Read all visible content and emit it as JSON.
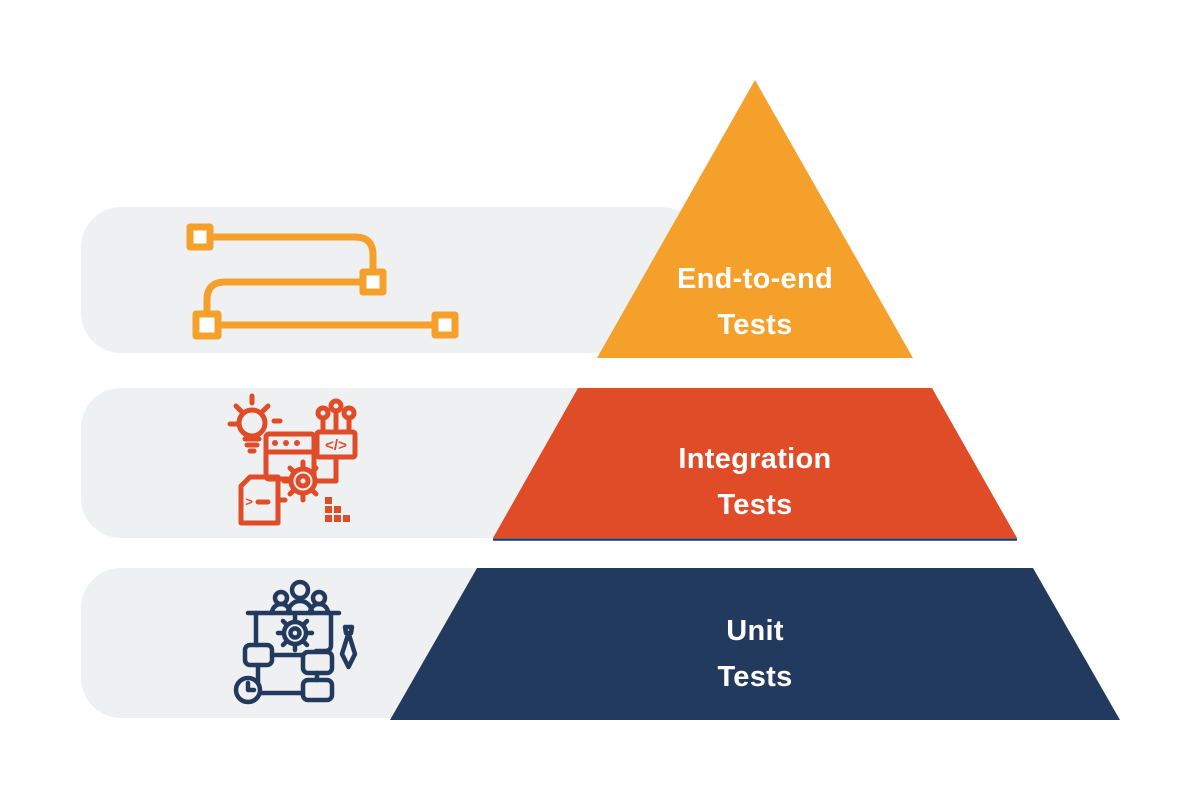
{
  "diagram": {
    "type": "testing-pyramid",
    "levels": [
      {
        "name": "end-to-end-tests",
        "line1": "End-to-end",
        "line2": "Tests",
        "color_key": "level1"
      },
      {
        "name": "integration-tests",
        "line1": "Integration",
        "line2": "Tests",
        "color_key": "level2"
      },
      {
        "name": "unit-tests",
        "line1": "Unit",
        "line2": "Tests",
        "color_key": "level3"
      }
    ],
    "icons": [
      {
        "name": "flow-connector-icon",
        "color_key": "level1"
      },
      {
        "name": "code-automation-icon",
        "color_key": "level2",
        "code_glyph": "</>",
        "terminal_glyph": ">"
      },
      {
        "name": "team-workflow-icon",
        "color_key": "level3"
      }
    ]
  },
  "colors": {
    "background": "#FFFFFF",
    "pill": "#EFF0F2",
    "level1": "#F5A02A",
    "level2": "#DF4C27",
    "level3": "#223A5E",
    "label_text": "#FFFFFF",
    "icon_node_fill": "#FFFFFF"
  }
}
